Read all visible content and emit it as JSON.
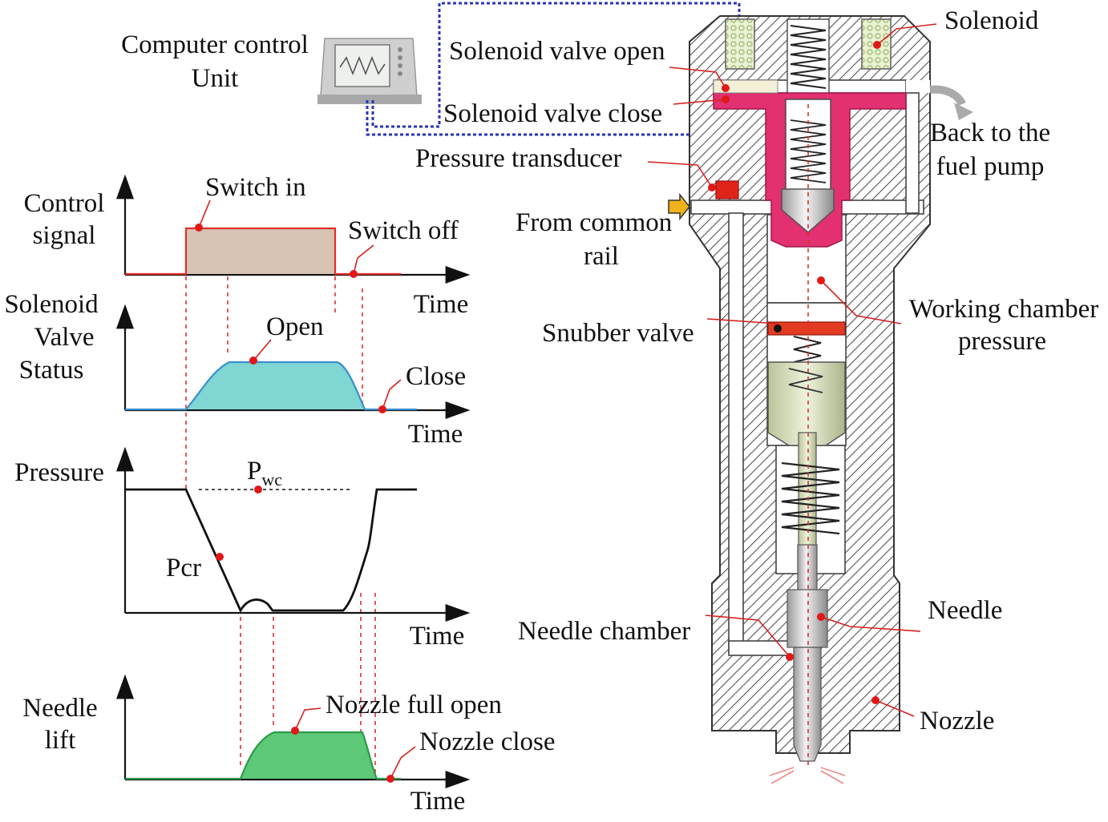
{
  "labels": {
    "computer_unit": [
      "Computer control",
      "Unit"
    ],
    "solenoid_valve_open": "Solenoid valve open",
    "solenoid_valve_close": "Solenoid valve close",
    "pressure_transducer": "Pressure transducer",
    "from_common_rail": [
      "From common",
      "rail"
    ],
    "solenoid": "Solenoid",
    "back_to_pump": [
      "Back to the",
      "fuel pump"
    ],
    "working_chamber": [
      "Working chamber",
      "pressure"
    ],
    "snubber_valve": "Snubber valve",
    "needle": "Needle",
    "needle_chamber": "Needle chamber",
    "nozzle": "Nozzle"
  },
  "charts": {
    "control_signal": {
      "ylabel": [
        "Control",
        "signal"
      ],
      "xlabel": "Time",
      "ann_on": "Switch in",
      "ann_off": "Switch off"
    },
    "valve_status": {
      "ylabel": [
        "Solenoid",
        "Valve",
        "Status"
      ],
      "xlabel": "Time",
      "ann_open": "Open",
      "ann_close": "Close"
    },
    "pressure": {
      "ylabel": "Pressure",
      "xlabel": "Time",
      "ann_pwc": "P",
      "ann_pwc_sub": "wc",
      "ann_pcr": "Pcr"
    },
    "needle_lift": {
      "ylabel": [
        "Needle",
        "lift"
      ],
      "xlabel": "Time",
      "ann_full": "Nozzle full open",
      "ann_close": "Nozzle close"
    }
  },
  "colors": {
    "control_fill": "#d6c3b4",
    "control_line": "#e0302a",
    "valve_fill": "#7fd6d2",
    "valve_line": "#3a8fd0",
    "lift_fill": "#5cc878",
    "lift_line": "#2a9a48",
    "piston": "#e23070",
    "snubber": "#e33a22",
    "wire": "#2a34b8",
    "arrow": "#f0b21a"
  }
}
